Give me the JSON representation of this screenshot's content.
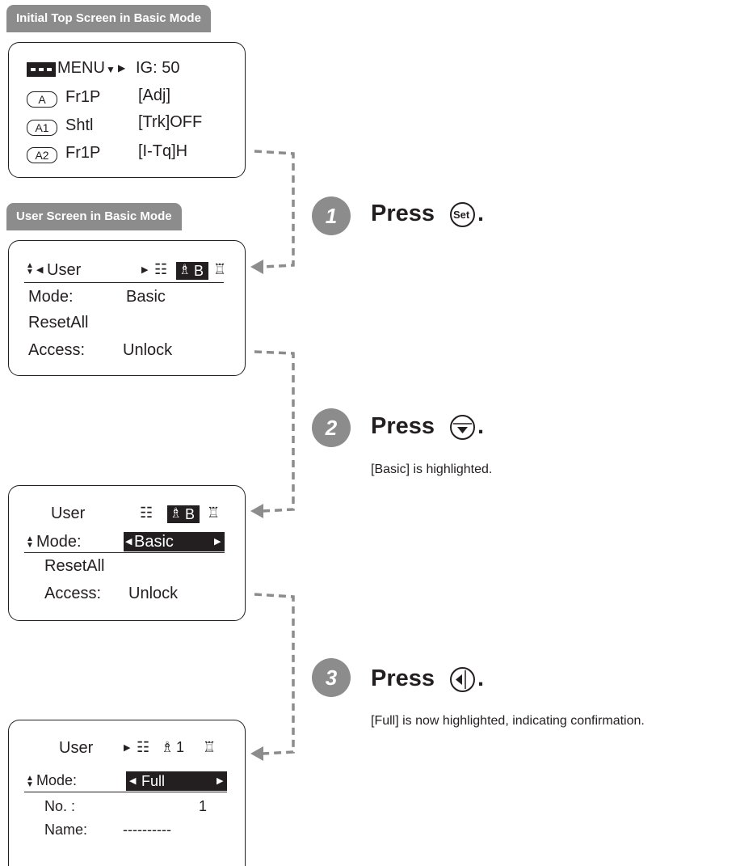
{
  "labels": {
    "initial_top": "Initial Top Screen in Basic Mode",
    "user_screen": "User Screen in Basic Mode"
  },
  "screen1": {
    "menu": "MENU",
    "ig": "IG: 50",
    "rows": [
      {
        "badge": "A",
        "name": "Fr1P",
        "value": "[Adj]"
      },
      {
        "badge": "A1",
        "name": "Shtl",
        "value": "[Trk]OFF"
      },
      {
        "badge": "A2",
        "name": "Fr1P",
        "value": "[I-Tq]H"
      }
    ]
  },
  "screen2": {
    "title": "User",
    "tab_b": "B",
    "mode_label": "Mode:",
    "mode_value": "Basic",
    "reset": "ResetAll",
    "access_label": "Access:",
    "access_value": "Unlock"
  },
  "screen3": {
    "title": "User",
    "tab_b": "B",
    "mode_label": "Mode:",
    "mode_value": "Basic",
    "reset": "ResetAll",
    "access_label": "Access:",
    "access_value": "Unlock"
  },
  "screen4": {
    "title": "User",
    "tab_num": "1",
    "mode_label": "Mode:",
    "mode_value": "Full",
    "no_label": "No. :",
    "no_value": "1",
    "name_label": "Name:",
    "name_value": "----------"
  },
  "steps": [
    {
      "number": "1",
      "text": "Press",
      "button": "Set",
      "button_icon": "set-button-icon",
      "note": ""
    },
    {
      "number": "2",
      "text": "Press",
      "button": "",
      "button_icon": "down-button-icon",
      "note": "[Basic] is highlighted."
    },
    {
      "number": "3",
      "text": "Press",
      "button": "",
      "button_icon": "left-button-icon",
      "note": "[Full] is now highlighted, indicating confirmation."
    }
  ],
  "colors": {
    "label_bg": "#8c8c8c",
    "step_circle": "#8c8c8c",
    "connector": "#8c8c8c",
    "text": "#231f20"
  }
}
